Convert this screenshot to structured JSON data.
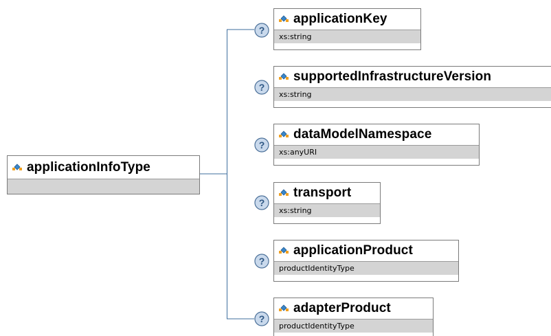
{
  "root": {
    "name": "applicationInfoType",
    "type": ""
  },
  "children": [
    {
      "name": "applicationKey",
      "type": "xs:string"
    },
    {
      "name": "supportedInfrastructureVersion",
      "type": "xs:string"
    },
    {
      "name": "dataModelNamespace",
      "type": "xs:anyURI"
    },
    {
      "name": "transport",
      "type": "xs:string"
    },
    {
      "name": "applicationProduct",
      "type": "productIdentityType"
    },
    {
      "name": "adapterProduct",
      "type": "productIdentityType"
    }
  ],
  "colors": {
    "connector": "#3d6d9e",
    "border": "#7a7a7a",
    "type_band": "#d4d4d4",
    "icon_blue": "#3a86c8",
    "icon_orange": "#f0a020"
  },
  "icons": {
    "element": "element-diamond-icon",
    "optional": "question-mark-icon"
  }
}
